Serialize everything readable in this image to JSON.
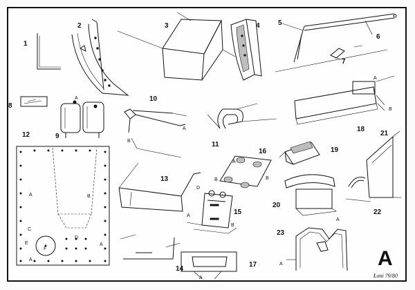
{
  "sheet": {
    "letter": "A",
    "signature": "Łoni 79/80"
  },
  "parts": [
    {
      "num": "1"
    },
    {
      "num": "2"
    },
    {
      "num": "3"
    },
    {
      "num": "4"
    },
    {
      "num": "5"
    },
    {
      "num": "6"
    },
    {
      "num": "7"
    },
    {
      "num": "8"
    },
    {
      "num": "9"
    },
    {
      "num": "10"
    },
    {
      "num": "11"
    },
    {
      "num": "12"
    },
    {
      "num": "13"
    },
    {
      "num": "14"
    },
    {
      "num": "15"
    },
    {
      "num": "16"
    },
    {
      "num": "17"
    },
    {
      "num": "18"
    },
    {
      "num": "19"
    },
    {
      "num": "20"
    },
    {
      "num": "21"
    },
    {
      "num": "22"
    },
    {
      "num": "23"
    }
  ],
  "sublabels": {
    "a": "A",
    "b": "B",
    "c": "C",
    "d": "D",
    "e": "E",
    "f": "F"
  }
}
